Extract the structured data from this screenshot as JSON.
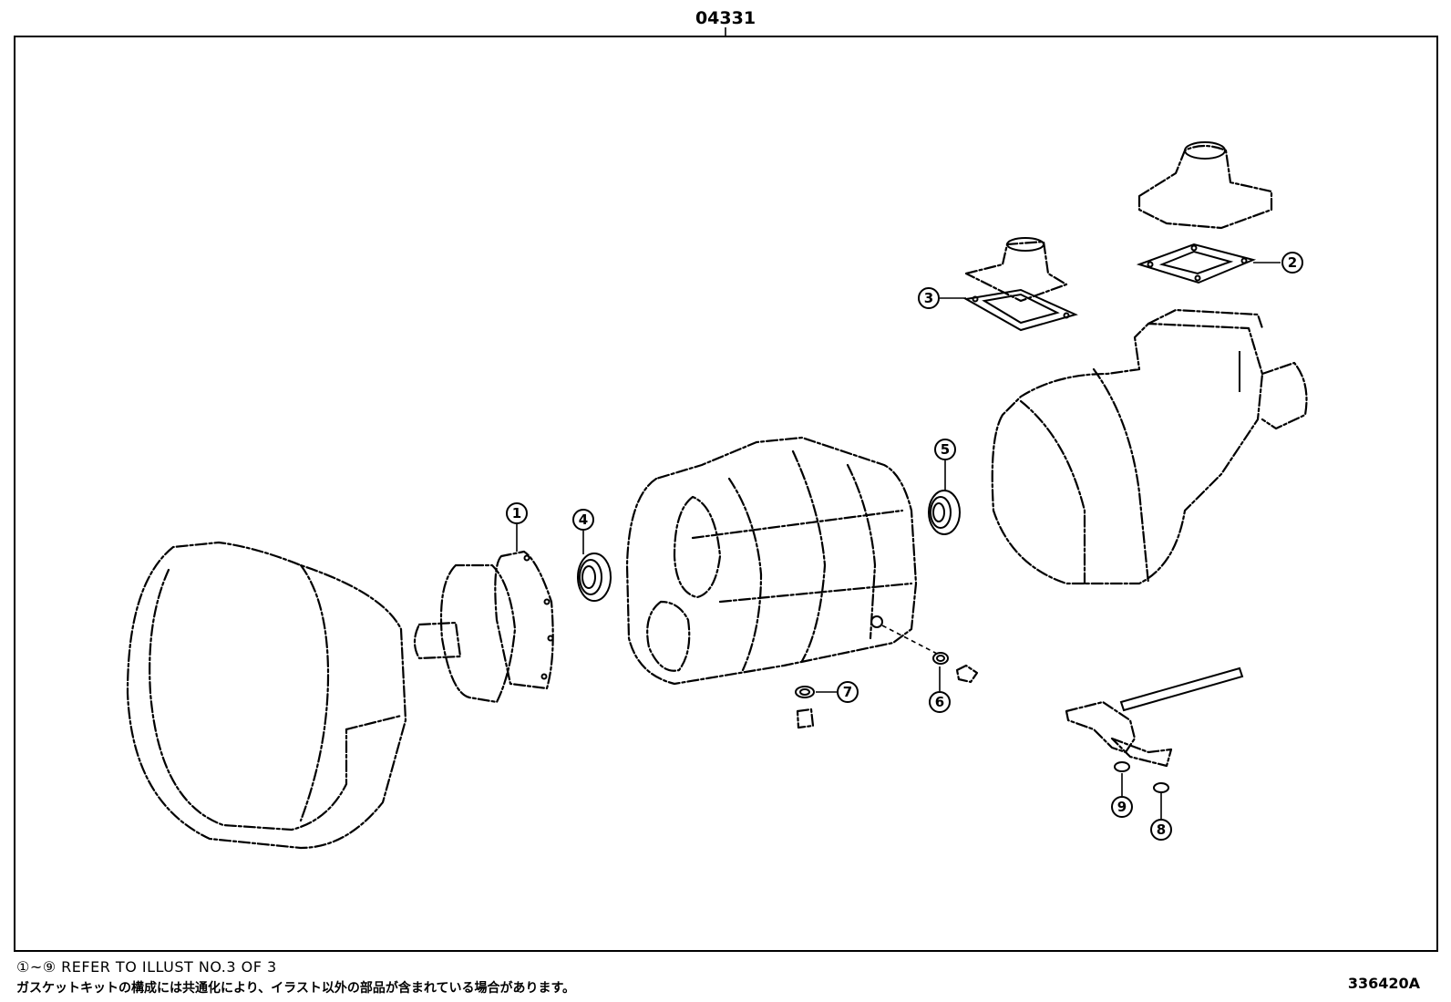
{
  "header": {
    "group_code": "04331"
  },
  "callouts": [
    {
      "number": "1",
      "part": "gasket"
    },
    {
      "number": "2",
      "part": "gasket"
    },
    {
      "number": "3",
      "part": "gasket"
    },
    {
      "number": "4",
      "part": "oil-seal"
    },
    {
      "number": "5",
      "part": "oil-seal"
    },
    {
      "number": "6",
      "part": "gasket"
    },
    {
      "number": "7",
      "part": "gasket"
    },
    {
      "number": "8",
      "part": "ring"
    },
    {
      "number": "9",
      "part": "ring"
    }
  ],
  "footer": {
    "note_en": "①~⑨ REFER TO ILLUST NO.3 OF 3",
    "note_ja": "ガスケットキットの構成には共通化により、イラスト以外の部品が含まれている場合があります。",
    "illustration_id": "336420A"
  }
}
